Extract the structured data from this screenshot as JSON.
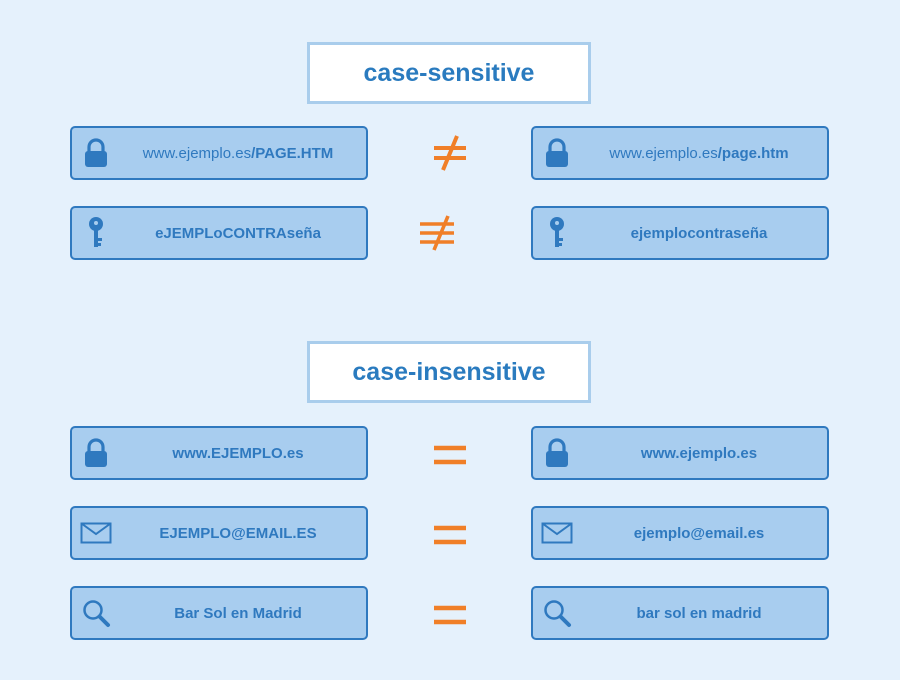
{
  "sections": [
    {
      "title": "case-sensitive",
      "rows": [
        {
          "left": {
            "icon": "lock-icon",
            "prefix": "www.ejemplo.es",
            "bold": "/PAGE.HTM"
          },
          "relation": "not-equal",
          "right": {
            "icon": "lock-icon",
            "prefix": "www.ejemplo.es",
            "bold": "/page.htm"
          }
        },
        {
          "left": {
            "icon": "key-icon",
            "text": "eJEMPLoCONTRAseña"
          },
          "relation": "not-equivalent",
          "right": {
            "icon": "key-icon",
            "text": "ejemplocontraseña"
          }
        }
      ]
    },
    {
      "title": "case-insensitive",
      "rows": [
        {
          "left": {
            "icon": "lock-icon",
            "text": "www.EJEMPLO.es"
          },
          "relation": "equal",
          "right": {
            "icon": "lock-icon",
            "text": "www.ejemplo.es"
          }
        },
        {
          "left": {
            "icon": "envelope-icon",
            "text": "EJEMPLO@EMAIL.ES"
          },
          "relation": "equal",
          "right": {
            "icon": "envelope-icon",
            "text": "ejemplo@email.es"
          }
        },
        {
          "left": {
            "icon": "search-icon",
            "text": "Bar Sol en Madrid"
          },
          "relation": "equal",
          "right": {
            "icon": "search-icon",
            "text": "bar sol en madrid"
          }
        }
      ]
    }
  ],
  "colors": {
    "accent": "#f07f28",
    "primary": "#2f79bf",
    "pill_fill": "#a8cdef",
    "background": "#e5f1fc"
  }
}
